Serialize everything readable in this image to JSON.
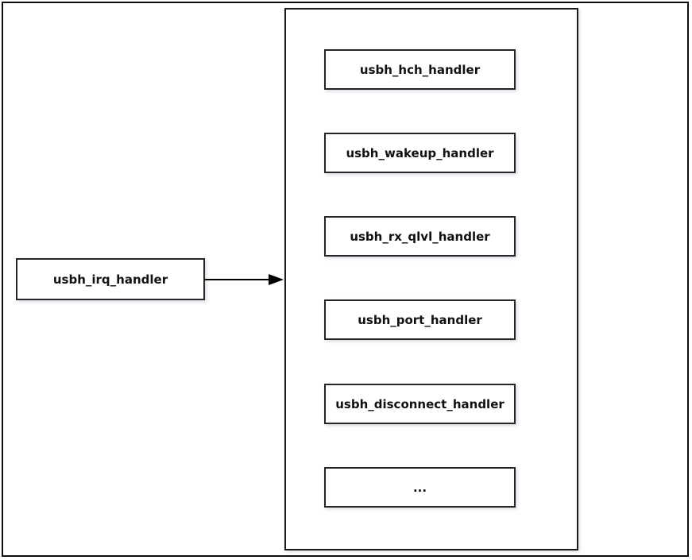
{
  "diagram": {
    "source": {
      "label": "usbh_irq_handler"
    },
    "handlers": [
      {
        "label": "usbh_hch_handler"
      },
      {
        "label": "usbh_wakeup_handler"
      },
      {
        "label": "usbh_rx_qlvl_handler"
      },
      {
        "label": "usbh_port_handler"
      },
      {
        "label": "usbh_disconnect_handler"
      },
      {
        "label": "..."
      }
    ],
    "colors": {
      "box_border": "#262626",
      "outer_border": "#0d0d0d",
      "text": "#111111",
      "background": "#ffffff",
      "arrow": "#000000"
    }
  }
}
